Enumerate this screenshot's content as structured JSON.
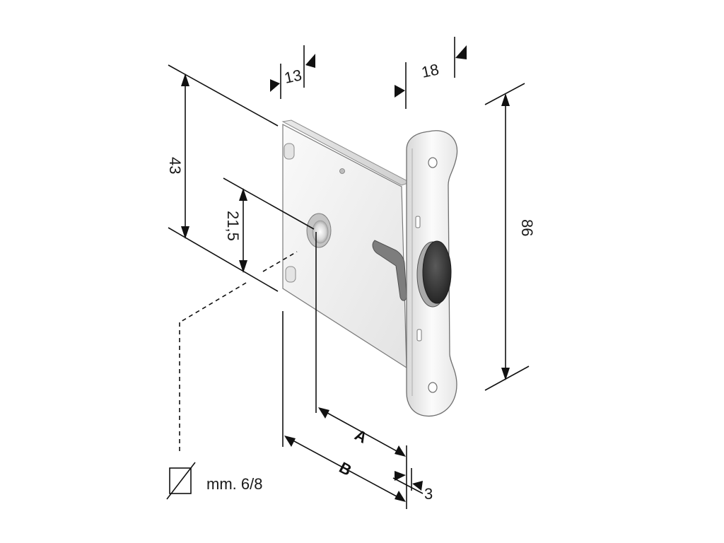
{
  "dimensions": {
    "backset_thickness": "13",
    "faceplate_depth": "18",
    "case_height": "43",
    "follower_offset": "21,5",
    "faceplate_height": "86",
    "faceplate_thickness": "3",
    "label_a": "A",
    "label_b": "B"
  },
  "spindle": {
    "size_label": "mm. 6/8"
  },
  "colors": {
    "line": "#111111",
    "case_light": "#f1f1f1",
    "case_shade": "#d9d9d9",
    "faceplate": "#f4f4f4",
    "bolt_dark": "#3a3a3a"
  }
}
